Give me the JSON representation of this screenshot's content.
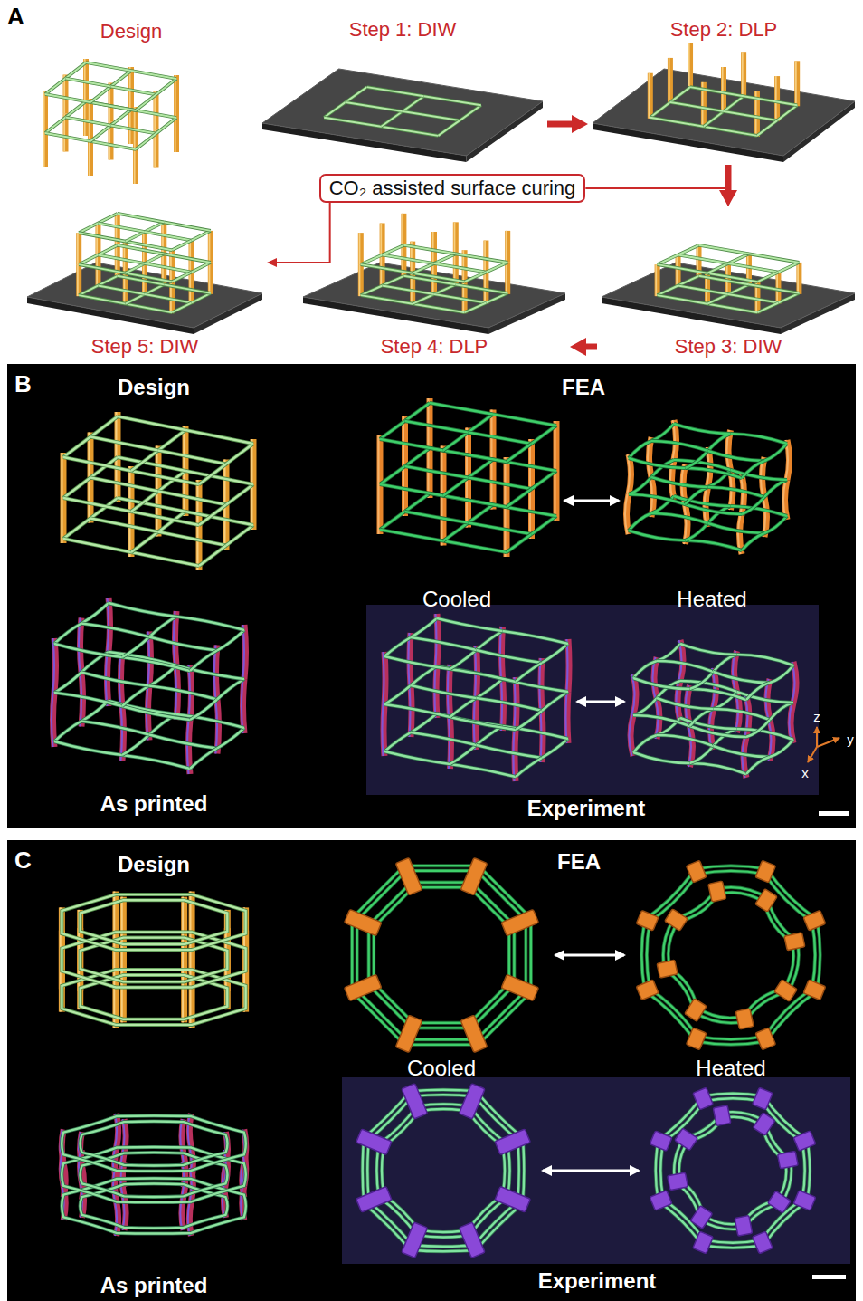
{
  "diagram": {
    "nodes": [
      {
        "text": [
          "Step 1: DIW"
        ]
      },
      {
        "text": [
          "Step 2: DLP"
        ]
      },
      {
        "text": [
          "CO₂ assisted surface curing"
        ]
      },
      {
        "text": [
          "Step 5: DIW"
        ]
      },
      {
        "text": [
          "Step 4: DLP"
        ]
      },
      {
        "text": [
          "Step 3: DIW"
        ]
      }
    ],
    "edges": [
      {
        "from": 0,
        "to": 1,
        "arrow": "to"
      },
      {
        "from": 1,
        "to": 5,
        "arrow": "to"
      },
      {
        "from": 2,
        "to": 5,
        "arrow": "to"
      },
      {
        "from": 2,
        "to": 3,
        "arrow": "to"
      },
      {
        "from": 5,
        "to": 4,
        "arrow": "to"
      }
    ],
    "labels": [
      "A",
      "Design",
      "B",
      "Design",
      "FEA",
      "Cooled",
      "Heated",
      "As printed",
      "Experiment",
      "z",
      "y",
      "x",
      "C",
      "Design",
      "FEA",
      "Cooled",
      "Heated",
      "As printed",
      "Experiment"
    ]
  }
}
